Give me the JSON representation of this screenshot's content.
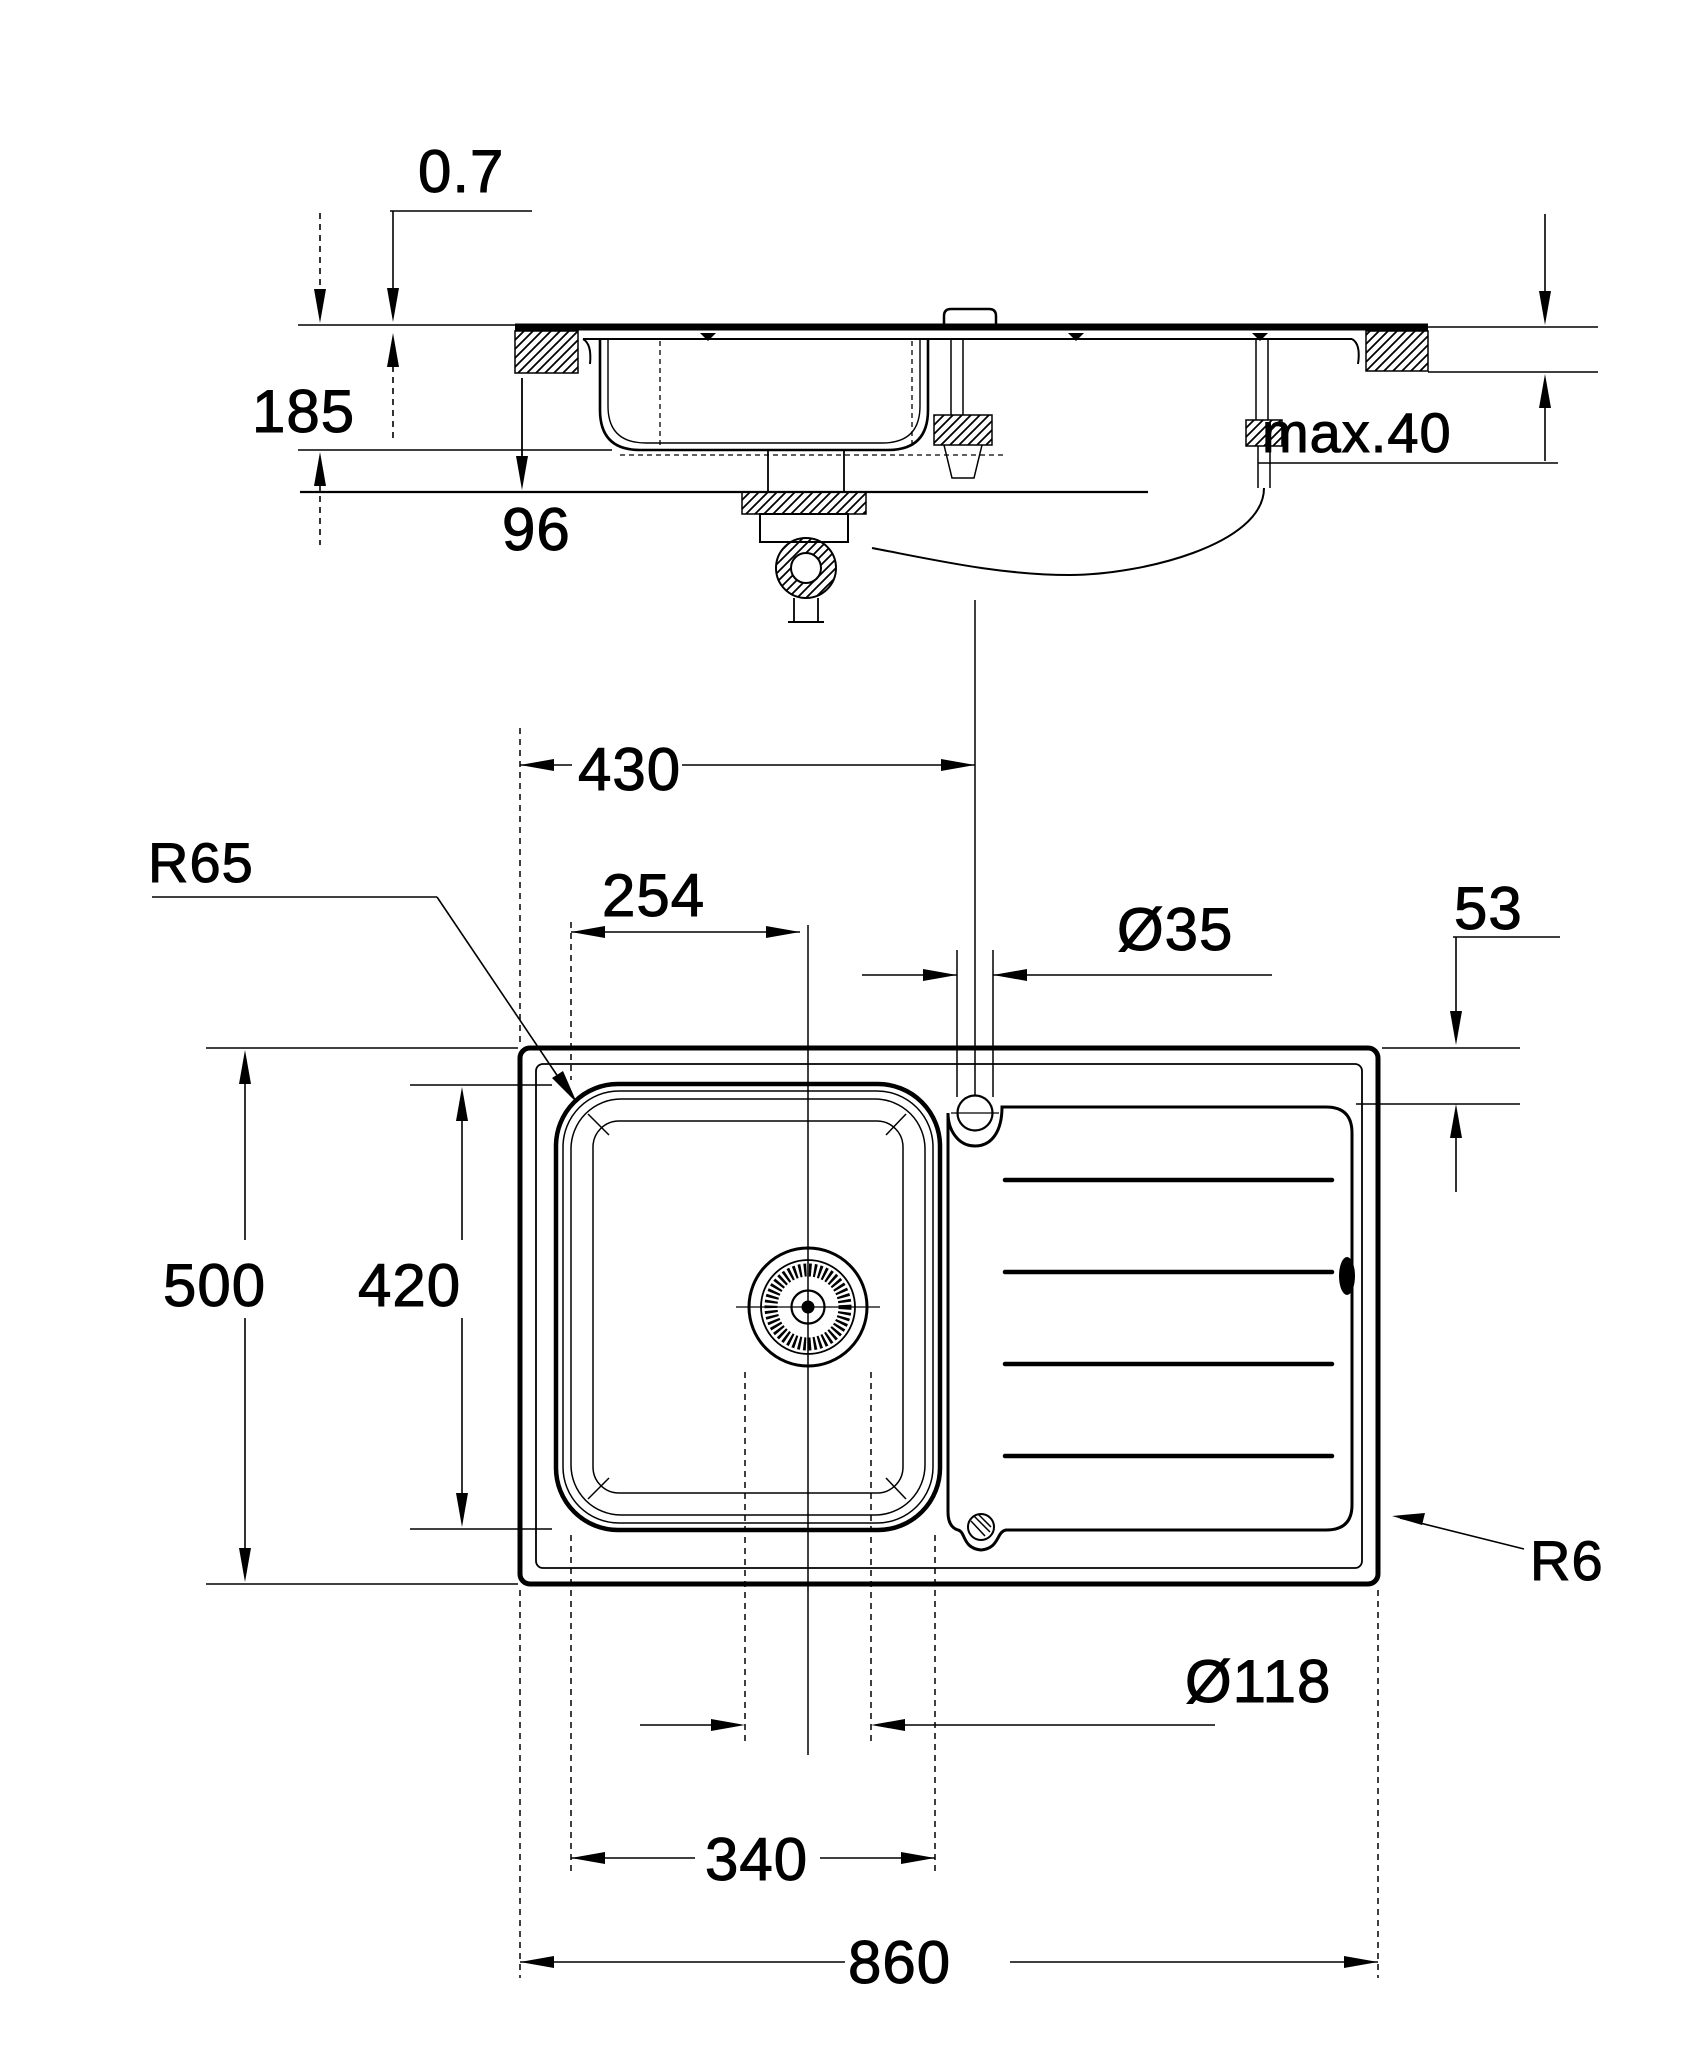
{
  "drawing": {
    "type": "technical-dimension-diagram",
    "subject": "kitchen sink with bowl and drainer, section and plan views",
    "background_color": "#ffffff",
    "line_color": "#000000",
    "section_view": {
      "dims": {
        "sheet_thickness": "0.7",
        "bowl_depth": "185",
        "trap_offset": "96",
        "counter_thickness": "max.40"
      }
    },
    "plan_view": {
      "dims": {
        "tap_hole_offset": "430",
        "drain_center_offset": "254",
        "tap_hole_diameter": "Ø35",
        "drainer_edge_offset": "53",
        "bowl_corner_radius": "R65",
        "overall_depth": "500",
        "bowl_inner_depth": "420",
        "drain_diameter": "Ø118",
        "bowl_inner_width": "340",
        "overall_width": "860",
        "outer_corner_radius": "R6"
      }
    }
  }
}
